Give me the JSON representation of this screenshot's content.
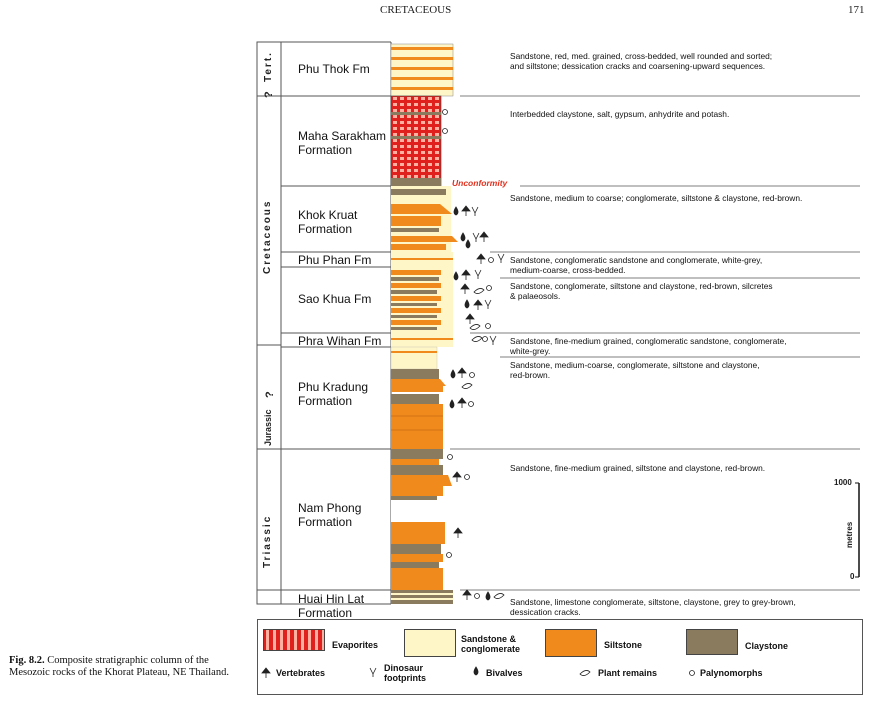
{
  "header": {
    "title": "CRETACEOUS",
    "page_number": "171"
  },
  "periods": {
    "tert": "Tert.",
    "cretaceous": "Cretaceous",
    "jurassic": "Jurassic",
    "triassic": "Triassic",
    "uncertain_mark": "?"
  },
  "formations": [
    {
      "name": "Phu Thok Fm",
      "description": "Sandstone, red, med. grained, cross-bedded, well rounded and sorted;\nand siltstone; dessication cracks and coarsening-upward sequences."
    },
    {
      "name": "Maha Sarakham\nFormation",
      "description": "Interbedded claystone, salt, gypsum, anhydrite and potash."
    },
    {
      "name": "Khok Kruat\nFormation",
      "description": "Sandstone, medium to coarse; conglomerate, siltstone & claystone, red-brown."
    },
    {
      "name": "Phu Phan Fm",
      "description": "Sandstone, conglomeratic sandstone and conglomerate, white-grey,\nmedium-coarse, cross-bedded."
    },
    {
      "name": "Sao Khua Fm",
      "description": "Sandstone, conglomerate, siltstone and claystone, red-brown, silcretes\n& palaeosols."
    },
    {
      "name": "Phra Wihan Fm",
      "description": "Sandstone, fine-medium grained, conglomeratic sandstone, conglomerate,\nwhite-grey."
    },
    {
      "name": "Phu Kradung\nFormation",
      "description": "Sandstone, medium-coarse, conglomerate, siltstone and claystone,\nred-brown."
    },
    {
      "name": "Nam Phong\nFormation",
      "description": "Sandstone, fine-medium grained, siltstone and claystone, red-brown."
    },
    {
      "name": "Huai Hin Lat\nFormation",
      "description": "Sandstone, limestone conglomerate, siltstone, claystone, grey to grey-brown,\ndessication cracks."
    }
  ],
  "unconformity_label": "Unconformity",
  "scale": {
    "top": "1000",
    "bottom": "0",
    "unit": "metres"
  },
  "legend": {
    "evaporites": "Evaporites",
    "sandstone": "Sandstone &\nconglomerate",
    "siltstone": "Siltstone",
    "claystone": "Claystone",
    "vertebrates": "Vertebrates",
    "footprints": "Dinosaur\nfootprints",
    "bivalves": "Bivalves",
    "plants": "Plant remains",
    "palynomorphs": "Palynomorphs"
  },
  "colors": {
    "evaporite": "#e0201c",
    "sandstone": "#fff6c8",
    "siltstone": "#f18a1c",
    "claystone": "#8a7a5e",
    "unconformity": "#e0301e"
  },
  "caption": {
    "label": "Fig. 8.2.",
    "text": " Composite stratigraphic column of the Mesozoic rocks of the Khorat Plateau, NE Thailand."
  }
}
